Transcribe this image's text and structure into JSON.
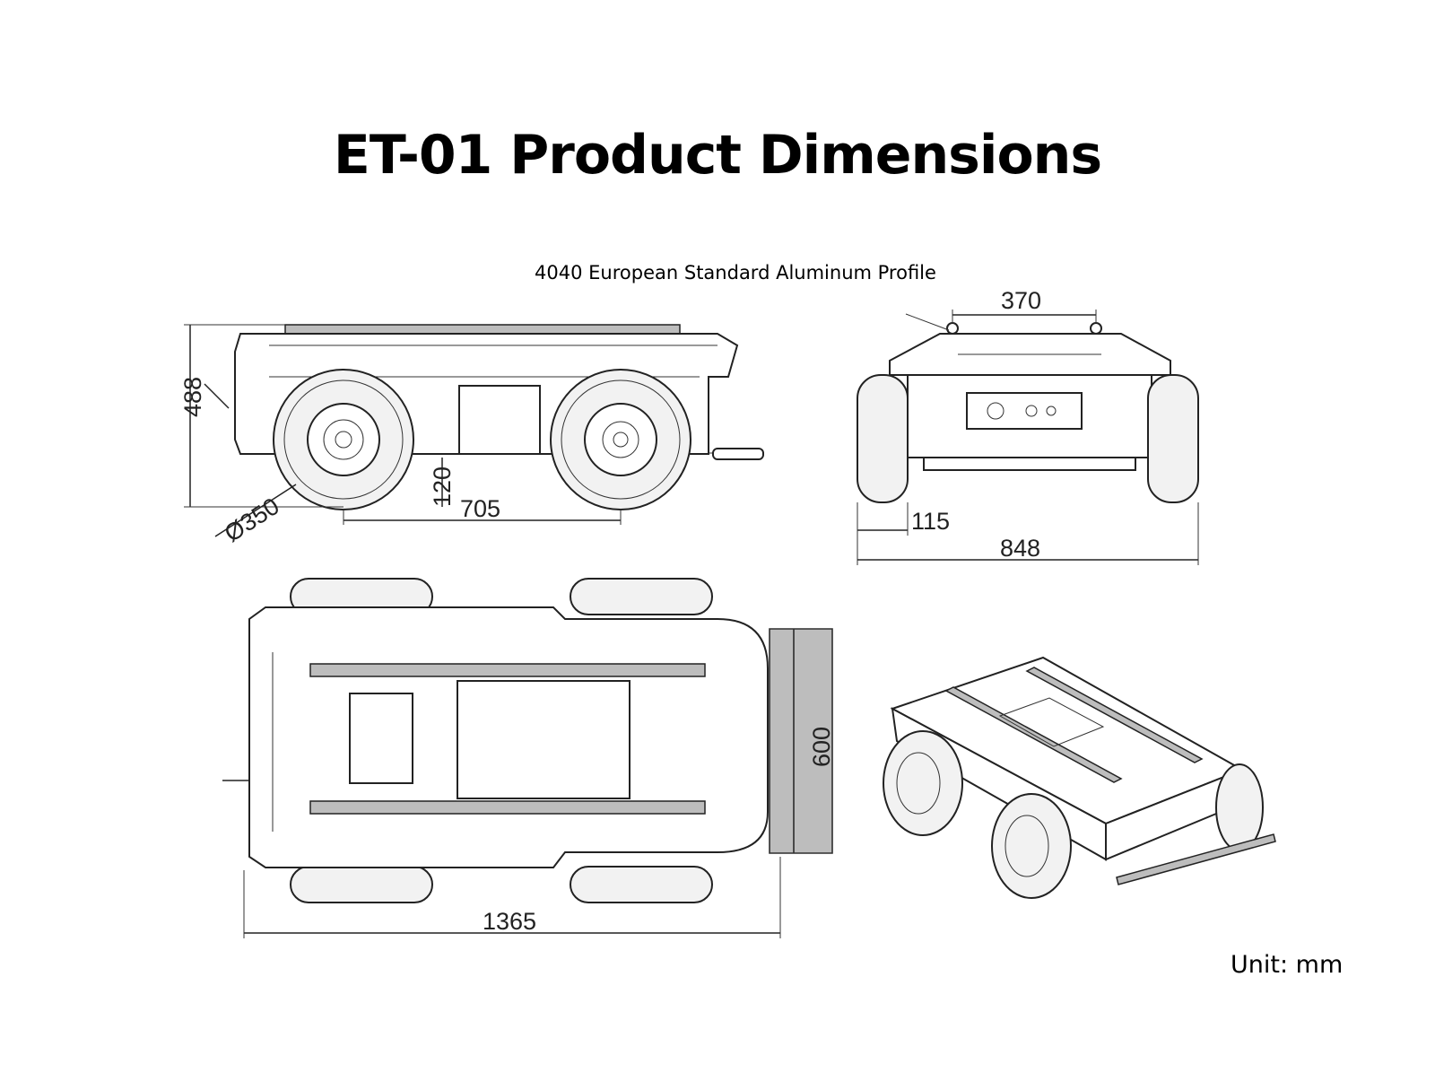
{
  "title": "ET-01 Product Dimensions",
  "profile_note": "4040 European Standard Aluminum Profile",
  "unit_label": "Unit: mm",
  "side_view": {
    "height": "488",
    "wheel_diameter": "Ø350",
    "ground_clearance": "120",
    "wheelbase": "705"
  },
  "front_view": {
    "rail_spacing": "370",
    "tire_width": "115",
    "overall_width": "848"
  },
  "top_view": {
    "overall_length": "1365",
    "body_width": "600"
  }
}
